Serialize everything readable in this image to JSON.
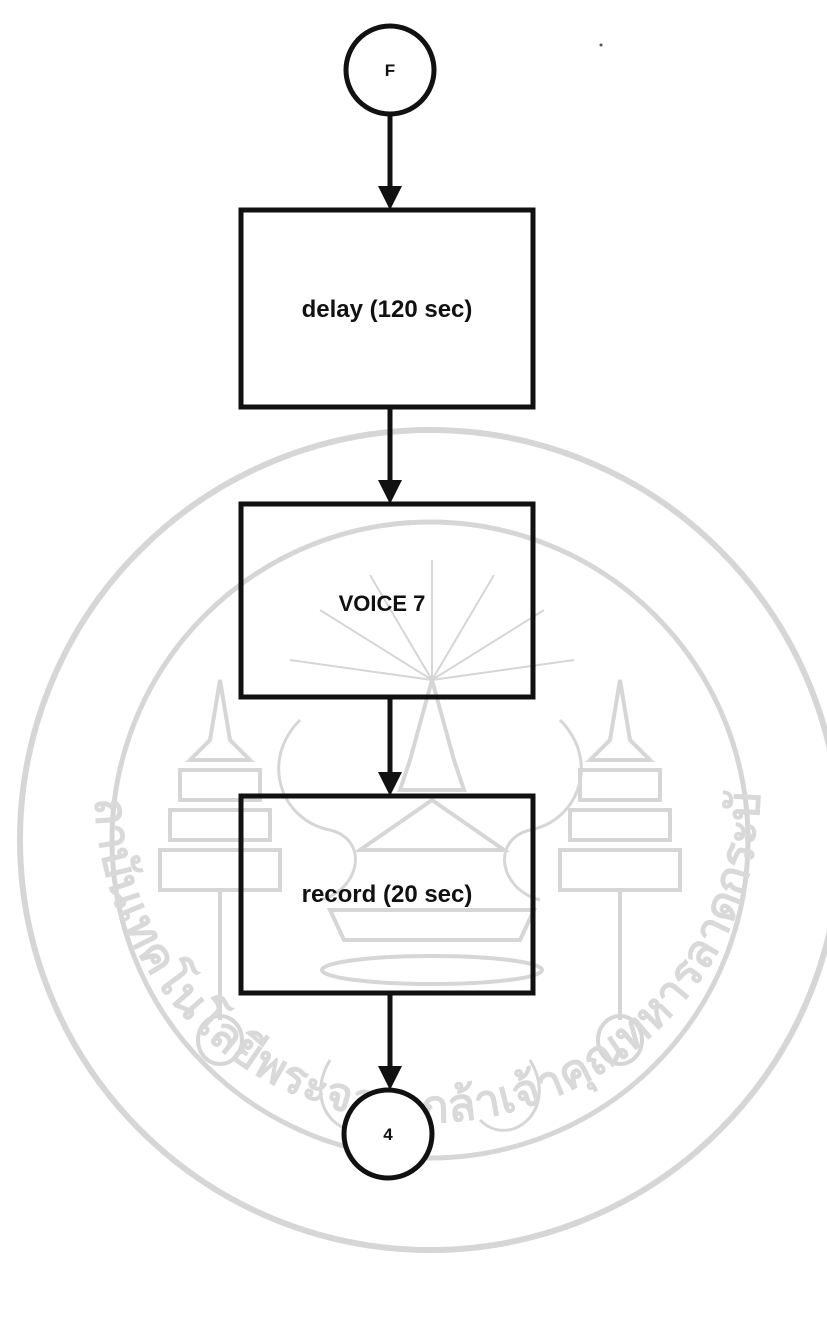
{
  "flowchart": {
    "start_connector": {
      "label": "F"
    },
    "steps": [
      {
        "label": "delay (120 sec)"
      },
      {
        "label": "VOICE 7"
      },
      {
        "label": "record (20 sec)"
      }
    ],
    "end_connector": {
      "label": "4"
    }
  },
  "watermark": {
    "type": "university-seal",
    "text": "สถาบันเทคโนโลยีพระจอมเกล้าเจ้าคุณทหารลาดกระบัง",
    "color": "#d9d9d9"
  },
  "colors": {
    "stroke": "#111111",
    "background": "#ffffff"
  }
}
